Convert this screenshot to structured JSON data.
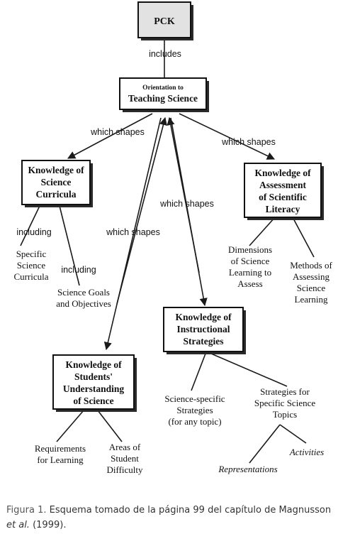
{
  "nodes": {
    "pck": "PCK",
    "orientation": [
      "Orientation to",
      "Teaching Science"
    ],
    "curricula": [
      "Knowledge of",
      "Science",
      "Curricula"
    ],
    "assessment": [
      "Knowledge of",
      "Assessment",
      "of Scientific",
      "Literacy"
    ],
    "students": [
      "Knowledge of",
      "Students'",
      "Understanding",
      "of Science"
    ],
    "strategies": [
      "Knowledge of",
      "Instructional",
      "Strategies"
    ],
    "specific_curricula": [
      "Specific",
      "Science",
      "Curricula"
    ],
    "goals": [
      "Science Goals",
      "and Objectives"
    ],
    "dimensions": [
      "Dimensions",
      "of Science",
      "Learning to",
      "Assess"
    ],
    "methods": [
      "Methods of",
      "Assessing",
      "Science",
      "Learning"
    ],
    "requirements": [
      "Requirements",
      "for Learning"
    ],
    "difficulty": [
      "Areas of",
      "Student",
      "Difficulty"
    ],
    "science_specific": [
      "Science-specific",
      "Strategies",
      "(for any topic)"
    ],
    "topic_strategies": [
      "Strategies for",
      "Specific Science",
      "Topics"
    ],
    "activities": "Activities",
    "representations": "Representations"
  },
  "edge_labels": {
    "includes": "includes",
    "which_shapes": "which shapes",
    "including": "including"
  },
  "caption": {
    "label": "Figura 1.",
    "text": "Esquema tomado de la página 99 del capítulo de Magnusson",
    "italic": "et al.",
    "year": "(1999)."
  }
}
